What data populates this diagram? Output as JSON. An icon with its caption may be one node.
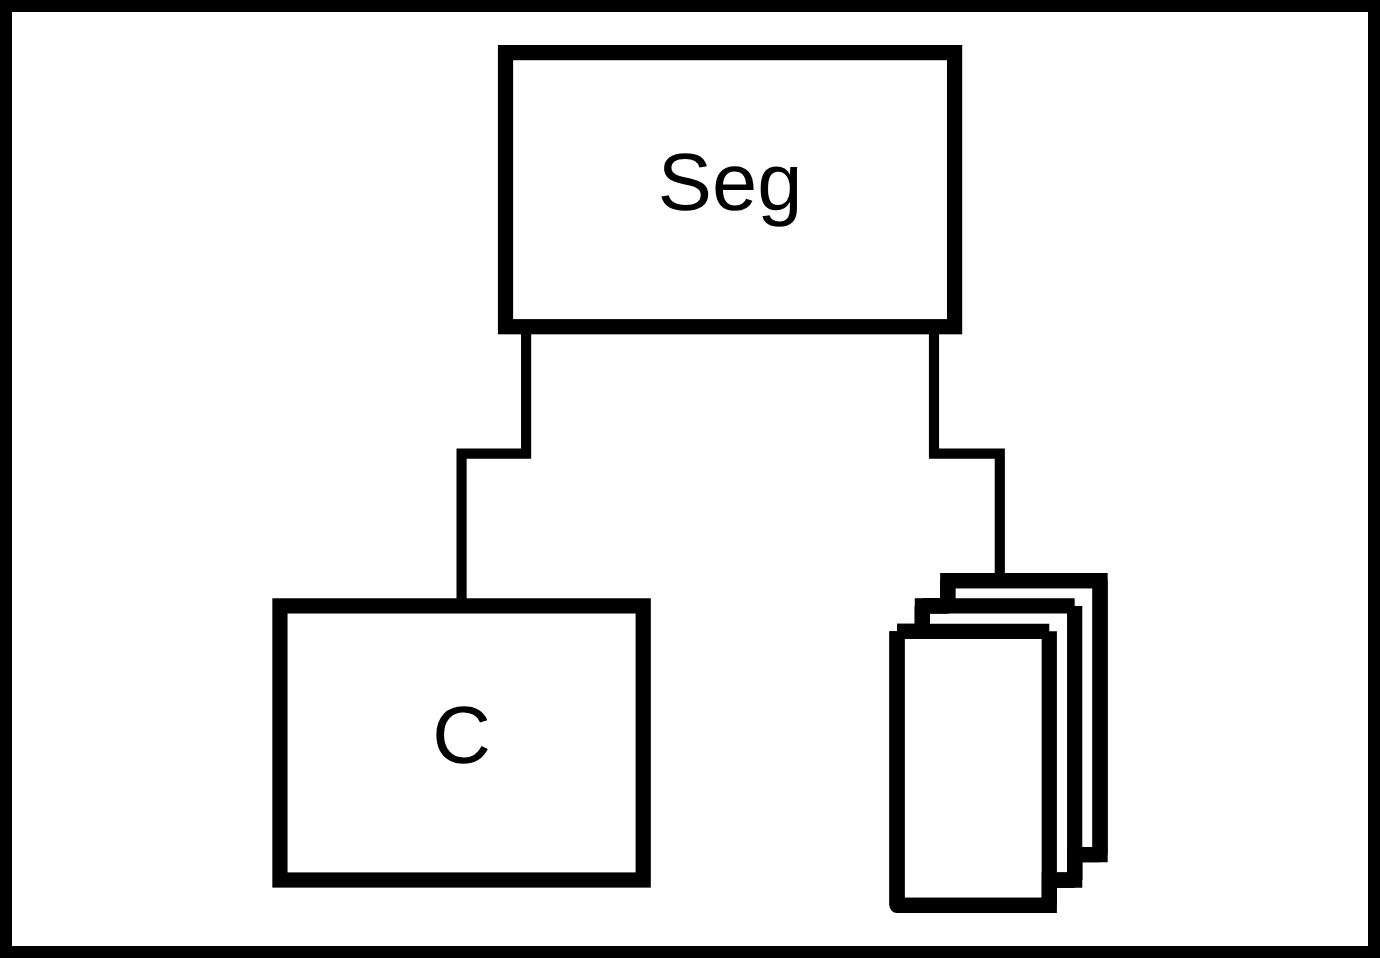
{
  "diagram": {
    "nodes": [
      {
        "text": [
          "Seg"
        ]
      },
      {
        "text": [
          "C"
        ]
      },
      {
        "text": [],
        "shape": "stack"
      }
    ],
    "edges": [
      {
        "from": 0,
        "to": 1,
        "arrow": "none"
      },
      {
        "from": 0,
        "to": 2,
        "arrow": "none"
      }
    ]
  }
}
